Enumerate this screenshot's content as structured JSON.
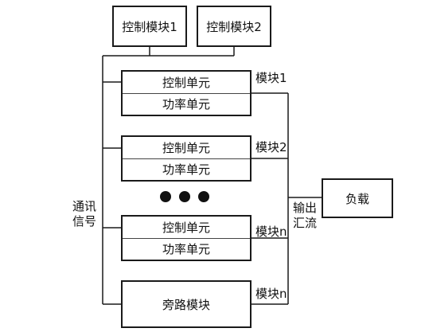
{
  "top_controls": [
    {
      "label": "控制模块1"
    },
    {
      "label": "控制模块2"
    }
  ],
  "modules": [
    {
      "upper": "控制单元",
      "lower": "功率单元",
      "tag": "模块1"
    },
    {
      "upper": "控制单元",
      "lower": "功率单元",
      "tag": "模块2"
    },
    {
      "upper": "控制单元",
      "lower": "功率单元",
      "tag": "模块n"
    }
  ],
  "bypass": {
    "label": "旁路模块",
    "tag": "模块n"
  },
  "comm_signal": {
    "line1": "通讯",
    "line2": "信号"
  },
  "output_bus": {
    "line1": "输出",
    "line2": "汇流"
  },
  "load": {
    "label": "负载"
  }
}
